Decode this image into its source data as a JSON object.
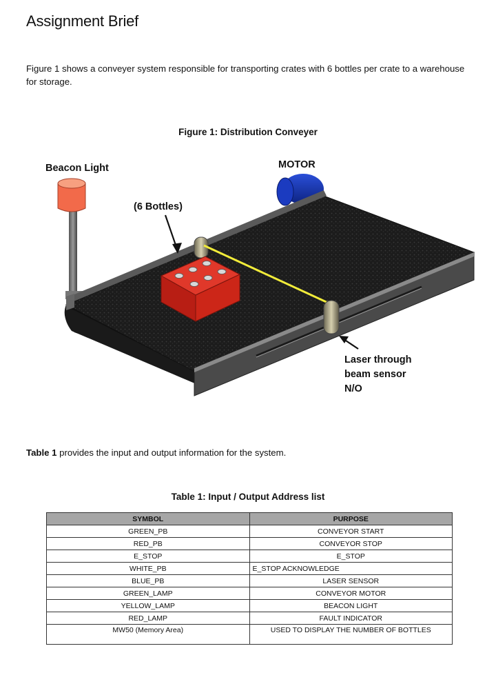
{
  "page": {
    "title": "Assignment Brief",
    "intro": "Figure 1 shows a conveyer system responsible for transporting crates with 6 bottles per crate to a warehouse for storage."
  },
  "figure": {
    "caption": "Figure 1: Distribution Conveyer",
    "labels": {
      "beacon": "Beacon Light",
      "motor": "MOTOR",
      "bottles": "(6 Bottles)",
      "sensor_line1": "Laser through",
      "sensor_line2": "beam sensor",
      "sensor_line3": "N/O"
    },
    "colors": {
      "beacon_lamp": "#f26a4a",
      "motor": "#1230a8",
      "crate": "#d42a1e",
      "belt": "#1c1c1c",
      "laser": "#f2ec3a",
      "frame": "#4a4a4a"
    }
  },
  "table_note": {
    "bold": "Table 1",
    "rest": " provides the input and output information for the system."
  },
  "table": {
    "caption": "Table 1: Input / Output Address list",
    "headers": [
      "SYMBOL",
      "PURPOSE"
    ],
    "rows": [
      [
        "GREEN_PB",
        "CONVEYOR START"
      ],
      [
        "RED_PB",
        "CONVEYOR STOP"
      ],
      [
        "E_STOP",
        "E_STOP"
      ],
      [
        "WHITE_PB",
        "E_STOP ACKNOWLEDGE"
      ],
      [
        "BLUE_PB",
        "LASER SENSOR"
      ],
      [
        "GREEN_LAMP",
        "CONVEYOR MOTOR"
      ],
      [
        "YELLOW_LAMP",
        "BEACON LIGHT"
      ],
      [
        "RED_LAMP",
        "FAULT INDICATOR"
      ],
      [
        "MW50 (Memory Area)",
        "USED TO DISPLAY THE NUMBER OF BOTTLES"
      ]
    ]
  }
}
